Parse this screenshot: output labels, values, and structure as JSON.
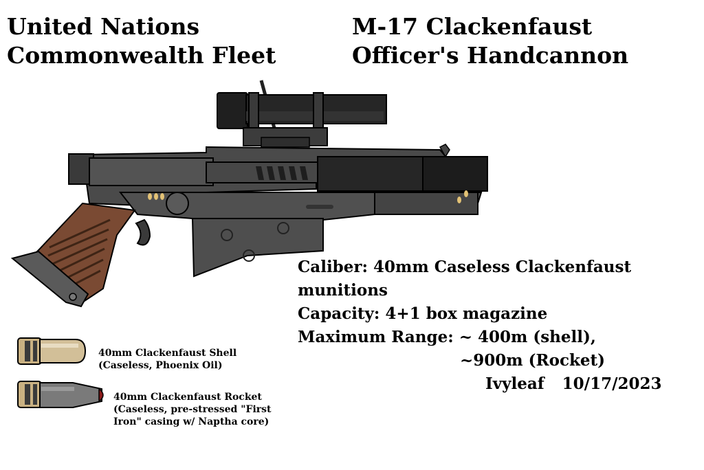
{
  "header": {
    "faction": [
      "United Nations",
      "Commonwealth Fleet"
    ],
    "weapon": [
      "M-17 Clackenfaust",
      "Officer's Handcannon"
    ]
  },
  "specs": {
    "caliber": [
      "Caliber: 40mm Caseless Clackenfaust",
      "munitions"
    ],
    "capacity": "Capacity: 4+1 box magazine",
    "range": [
      "Maximum Range: ~ 400m (shell),",
      "~900m (Rocket)"
    ],
    "author": "Ivyleaf",
    "date": "10/17/2023"
  },
  "ammo": {
    "shell": [
      "40mm Clackenfaust Shell",
      "(Caseless, Phoenix Oil)"
    ],
    "rocket": [
      "40mm Clackenfaust Rocket",
      "(Caseless, pre-stressed \"First",
      "Iron\" casing w/ Naptha core)"
    ]
  },
  "colors": {
    "metal_dark": "#2b2b2b",
    "metal_mid": "#4a4a4a",
    "metal_light": "#6e6e6e",
    "grip_brown": "#7a4a33",
    "brass": "#c9b182",
    "rocket_tip": "#8b1a1a"
  }
}
